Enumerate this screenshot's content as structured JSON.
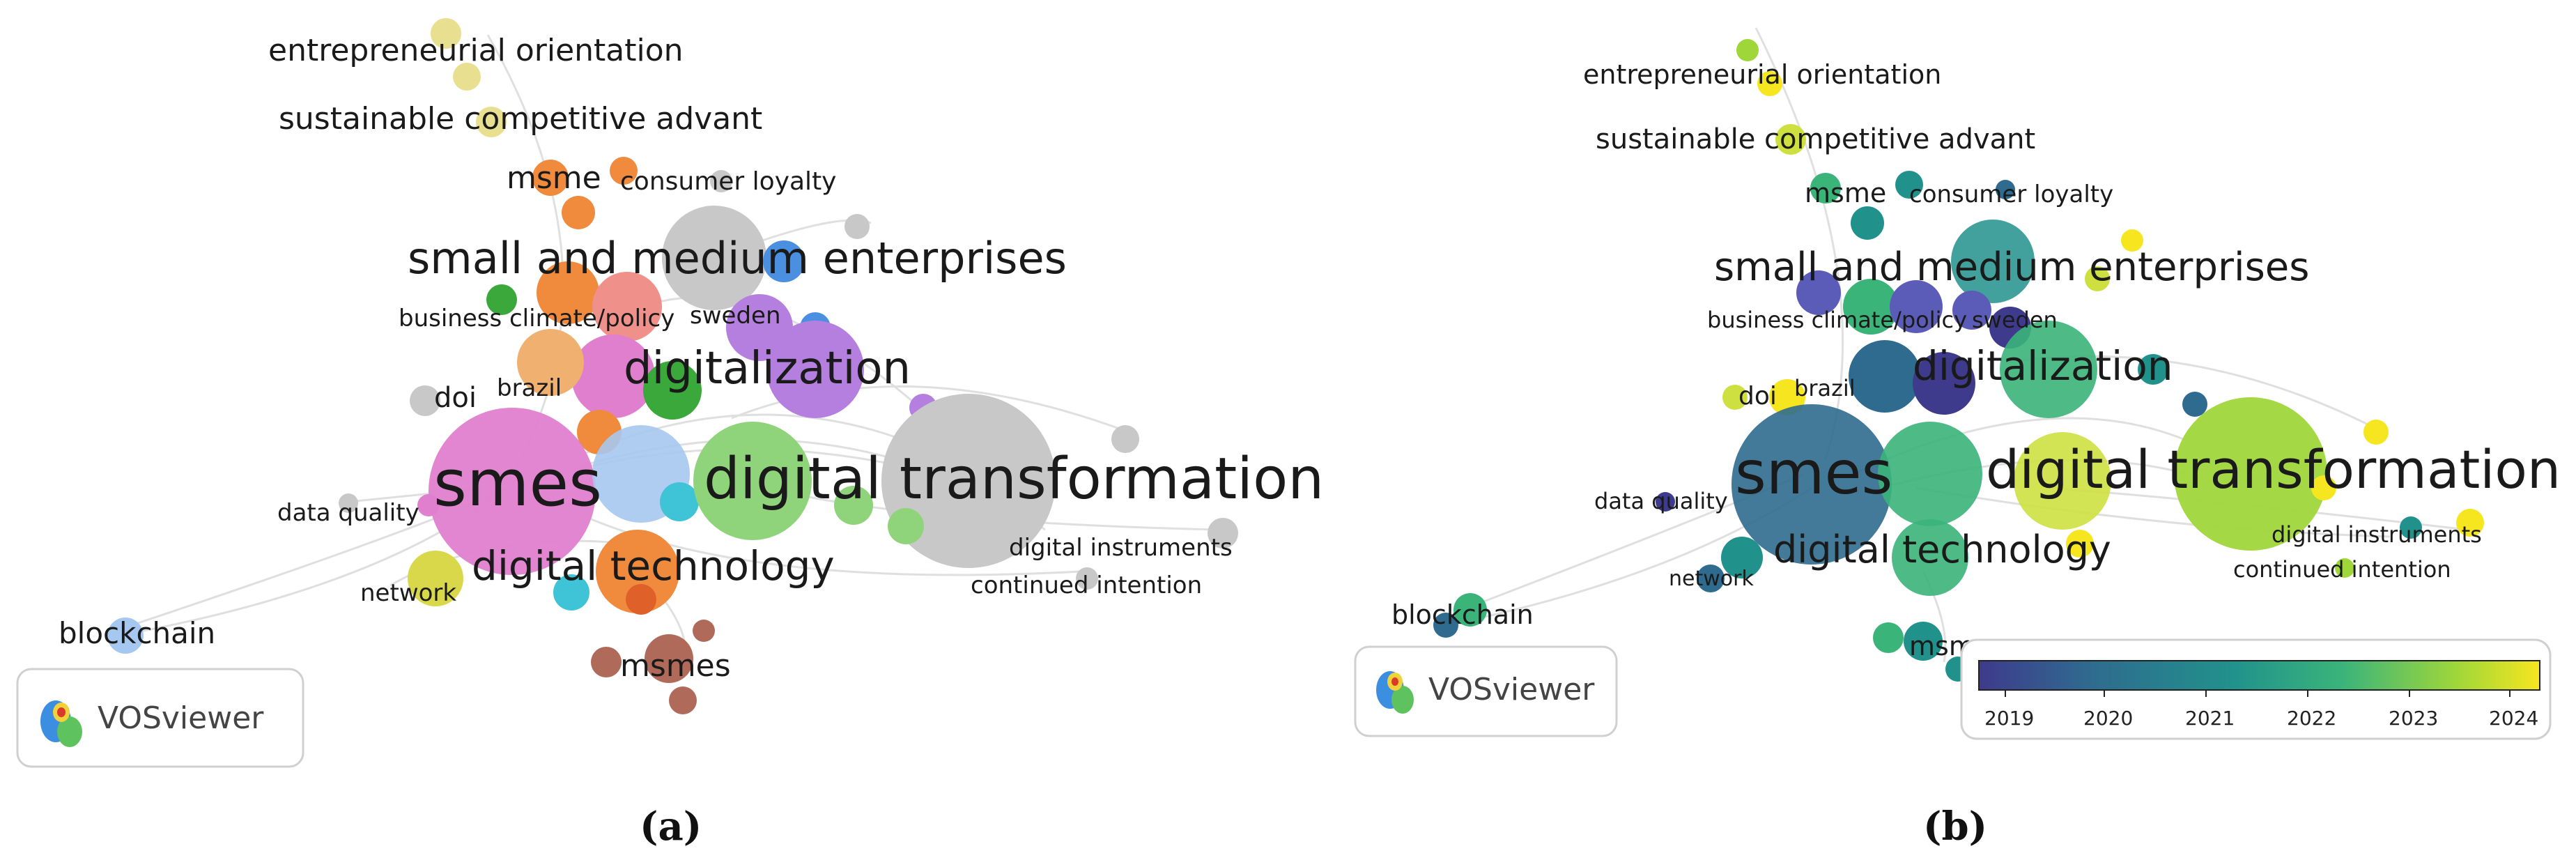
{
  "panels": [
    {
      "caption": "(a)",
      "logo_text": "VOSviewer",
      "terms": [
        "entrepreneurial orientation",
        "sustainable competitive advant",
        "msme",
        "consumer loyalty",
        "small and medium enterprises",
        "business climate/policy",
        "sweden",
        "digitalization",
        "doi",
        "brazil",
        "smes",
        "digital transformation",
        "data quality",
        "digital instruments",
        "digital technology",
        "network",
        "continued intention",
        "blockchain",
        "msmes"
      ]
    },
    {
      "caption": "(b)",
      "logo_text": "VOSviewer",
      "terms": [
        "entrepreneurial orientation",
        "sustainable competitive advant",
        "msme",
        "consumer loyalty",
        "small and medium enterprises",
        "business climate/policy",
        "sweden",
        "digitalization",
        "doi",
        "brazil",
        "smes",
        "digital transformation",
        "data quality",
        "digital instruments",
        "digital technology",
        "network",
        "continued intention",
        "blockchain",
        "msmes"
      ],
      "legend": {
        "ticks": [
          "2019",
          "2020",
          "2021",
          "2022",
          "2023",
          "2024"
        ],
        "colors": [
          "#3e3a8c",
          "#2f6b8e",
          "#21918c",
          "#3bb47a",
          "#9fd63a",
          "#f6e61f"
        ]
      }
    }
  ],
  "cluster_colors": {
    "pink": "#e17fcf",
    "grey": "#c8c8c8",
    "green": "#8fd47a",
    "orange": "#f08a3c",
    "purple": "#b57fe0",
    "blue": "#4a8fe0",
    "lightblue": "#a6c8f0",
    "cyan": "#3ec4d6",
    "brown": "#b06a5a",
    "yellow": "#e8e090",
    "salmon": "#f0908a",
    "darkgreen": "#3aa83a",
    "olive": "#d8d84a"
  }
}
